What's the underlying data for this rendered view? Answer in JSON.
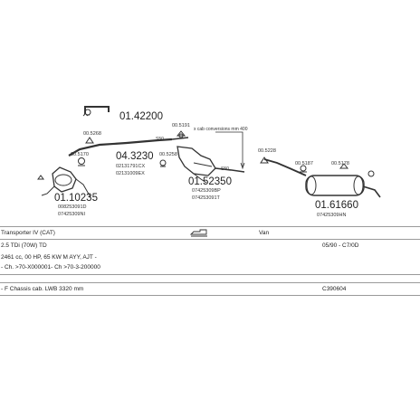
{
  "parts": {
    "p_tailpipe_top": "01.42200",
    "p_clamp_a": "00.5191",
    "p_clamp_b": "00.5268",
    "p_clamp_c": "00.5170",
    "p_clamp_d": "00.5258",
    "p_clamp_e": "00.5228",
    "p_clamp_f": "00.5187",
    "p_clamp_g": "00.5178",
    "p_front_pipe": "04.3230",
    "p_front_pipe_oe1": "02131791CX",
    "p_front_pipe_oe2": "02131009EX",
    "p_cat": "01.10235",
    "p_cat_oe1": "008253091D",
    "p_cat_oe2": "07425309NI",
    "p_mid": "01.52350",
    "p_mid_oe1": "07425309BP",
    "p_mid_oe2": "074253091T",
    "p_rear": "01.61660",
    "p_rear_oe": "07425309HN",
    "note": "x cab conversions mm 400",
    "label_s50a": "S50",
    "label_s50b": "S50"
  },
  "vehicle": {
    "model": "Transporter IV (CAT)",
    "body": "Van",
    "engine": "2.5 TDi (70W) TD",
    "years": "05/90 - C7/0D",
    "spec": "2461 cc, 00 HP, 65 KW M AYY, AJT -",
    "chassis": "- Ch. >70-X000001- Ch >70-3-200000",
    "variant": "- F Chassis cab. LWB 3320 mm",
    "catalog": "C390604"
  }
}
